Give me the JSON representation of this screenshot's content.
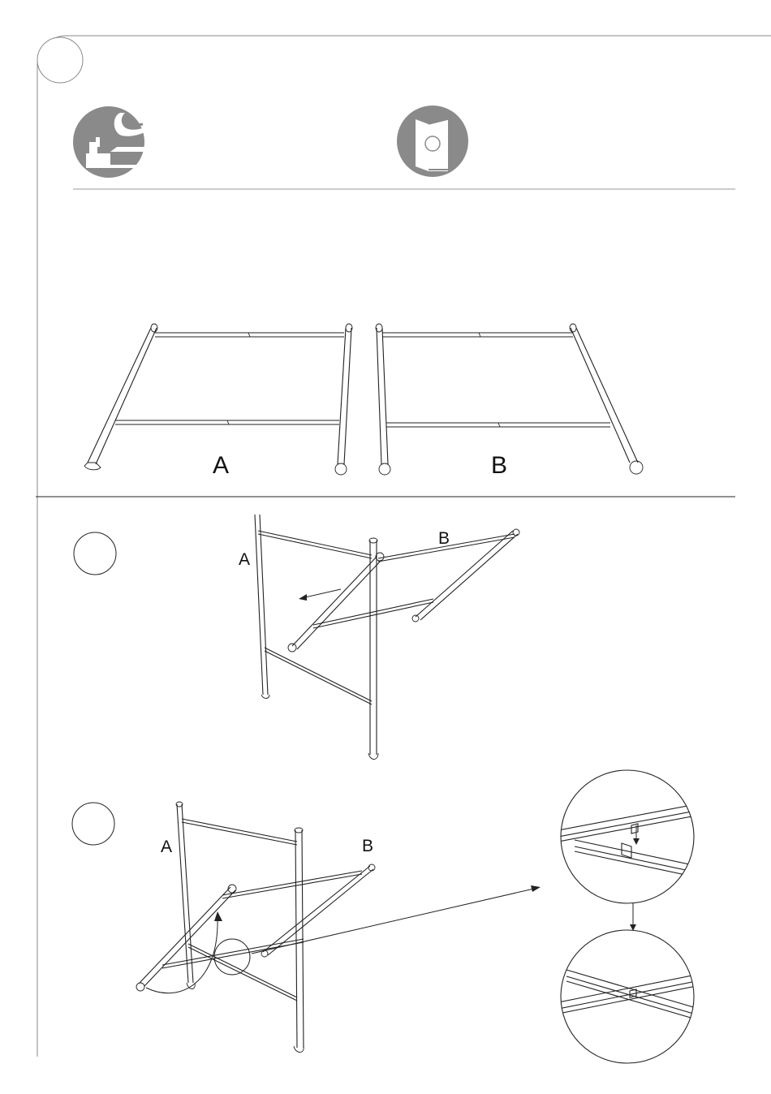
{
  "page": {
    "top_step_number": "",
    "step_2_number": "",
    "step_3_number": ""
  },
  "icons": {
    "left": "helping-hands-icon",
    "right": "instruction-leaflet-icon"
  },
  "parts": {
    "frame_a_label": "A",
    "frame_b_label": "B"
  },
  "step2": {
    "label_a": "A",
    "label_b": "B"
  },
  "step3": {
    "label_a": "A",
    "label_b": "B"
  },
  "colors": {
    "icon_grey": "#8a8a8a",
    "line": "#222222",
    "divider": "#999999"
  }
}
